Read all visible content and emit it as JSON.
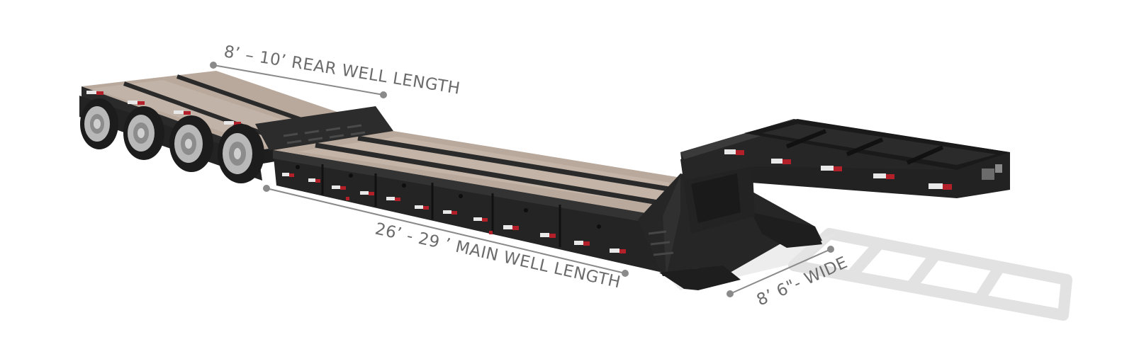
{
  "dimensions": {
    "rear_well_length": "8’ – 10’ REAR WELL LENGTH",
    "main_well_length": "26’ - 29 ’ MAIN WELL LENGTH",
    "width": "8’ 6\"- WIDE"
  },
  "colors": {
    "trailer_body": "#262626",
    "trailer_body_light": "#3a3a3a",
    "trailer_shadow": "#141414",
    "deck_wood": "#b9a99c",
    "deck_wood_light": "#cdbfb2",
    "reflector_red": "#b3202a",
    "reflector_white": "#e8e8e8",
    "dimension_line": "#8a8a8a",
    "dimension_text": "#6b6b6b",
    "ground_shadow": "#dedede",
    "tire": "#1c1c1c",
    "rim": "#b8b8b8"
  },
  "axle_count": 4
}
